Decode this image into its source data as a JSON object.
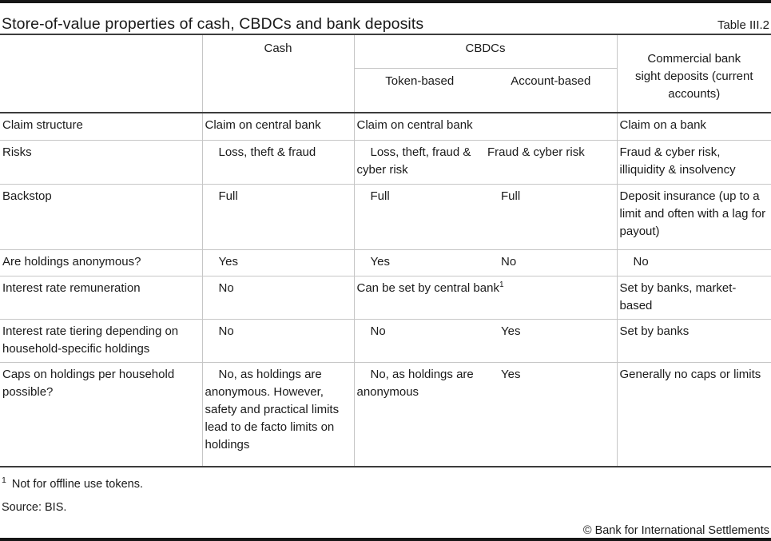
{
  "page": {
    "title": "Store-of-value properties of cash, CBDCs and bank deposits",
    "table_label": "Table III.2",
    "footnote_marker": "1",
    "footnote_text": "Not for offline use tokens.",
    "source": "Source: BIS.",
    "copyright": "© Bank for International Settlements"
  },
  "table": {
    "col_headers": {
      "cash": "Cash",
      "cbdcs": "CBDCs",
      "token": "Token-based",
      "account": "Account-based",
      "commercial_bank": "Commercial bank sight deposits (current accounts)"
    },
    "rows": {
      "claim": {
        "label": "Claim structure",
        "cash": "Claim on central bank",
        "cbdc": "Claim on central bank",
        "bank": "Claim on a bank"
      },
      "risks": {
        "label": "Risks",
        "cash": "Loss, theft & fraud",
        "token": "Loss, theft, fraud & cyber risk",
        "account": "Fraud & cyber risk",
        "bank": "Fraud & cyber risk, illiquidity & insolvency"
      },
      "backstop": {
        "label": "Backstop",
        "cash": "Full",
        "token": "Full",
        "account": "Full",
        "bank": "Deposit insurance (up to a limit and often with a lag for payout)"
      },
      "anonymous": {
        "label": "Are holdings anonymous?",
        "cash": "Yes",
        "token": "Yes",
        "account": "No",
        "bank": "No"
      },
      "remuneration": {
        "label": "Interest rate remuneration",
        "cash": "No",
        "cbdc": "Can be set by central bank",
        "cbdc_footnote_marker": "1",
        "bank": "Set by banks, market-based"
      },
      "tiering": {
        "label": "Interest rate tiering depending on household-specific holdings",
        "cash": "No",
        "token": "No",
        "account": "Yes",
        "bank": "Set by banks"
      },
      "caps": {
        "label": "Caps on holdings per household possible?",
        "cash": "No, as holdings are anonymous. However, safety and practical limits lead to de facto limits on holdings",
        "token": "No, as holdings are anonymous",
        "account": "Yes",
        "bank": "Generally no caps or limits"
      }
    }
  }
}
